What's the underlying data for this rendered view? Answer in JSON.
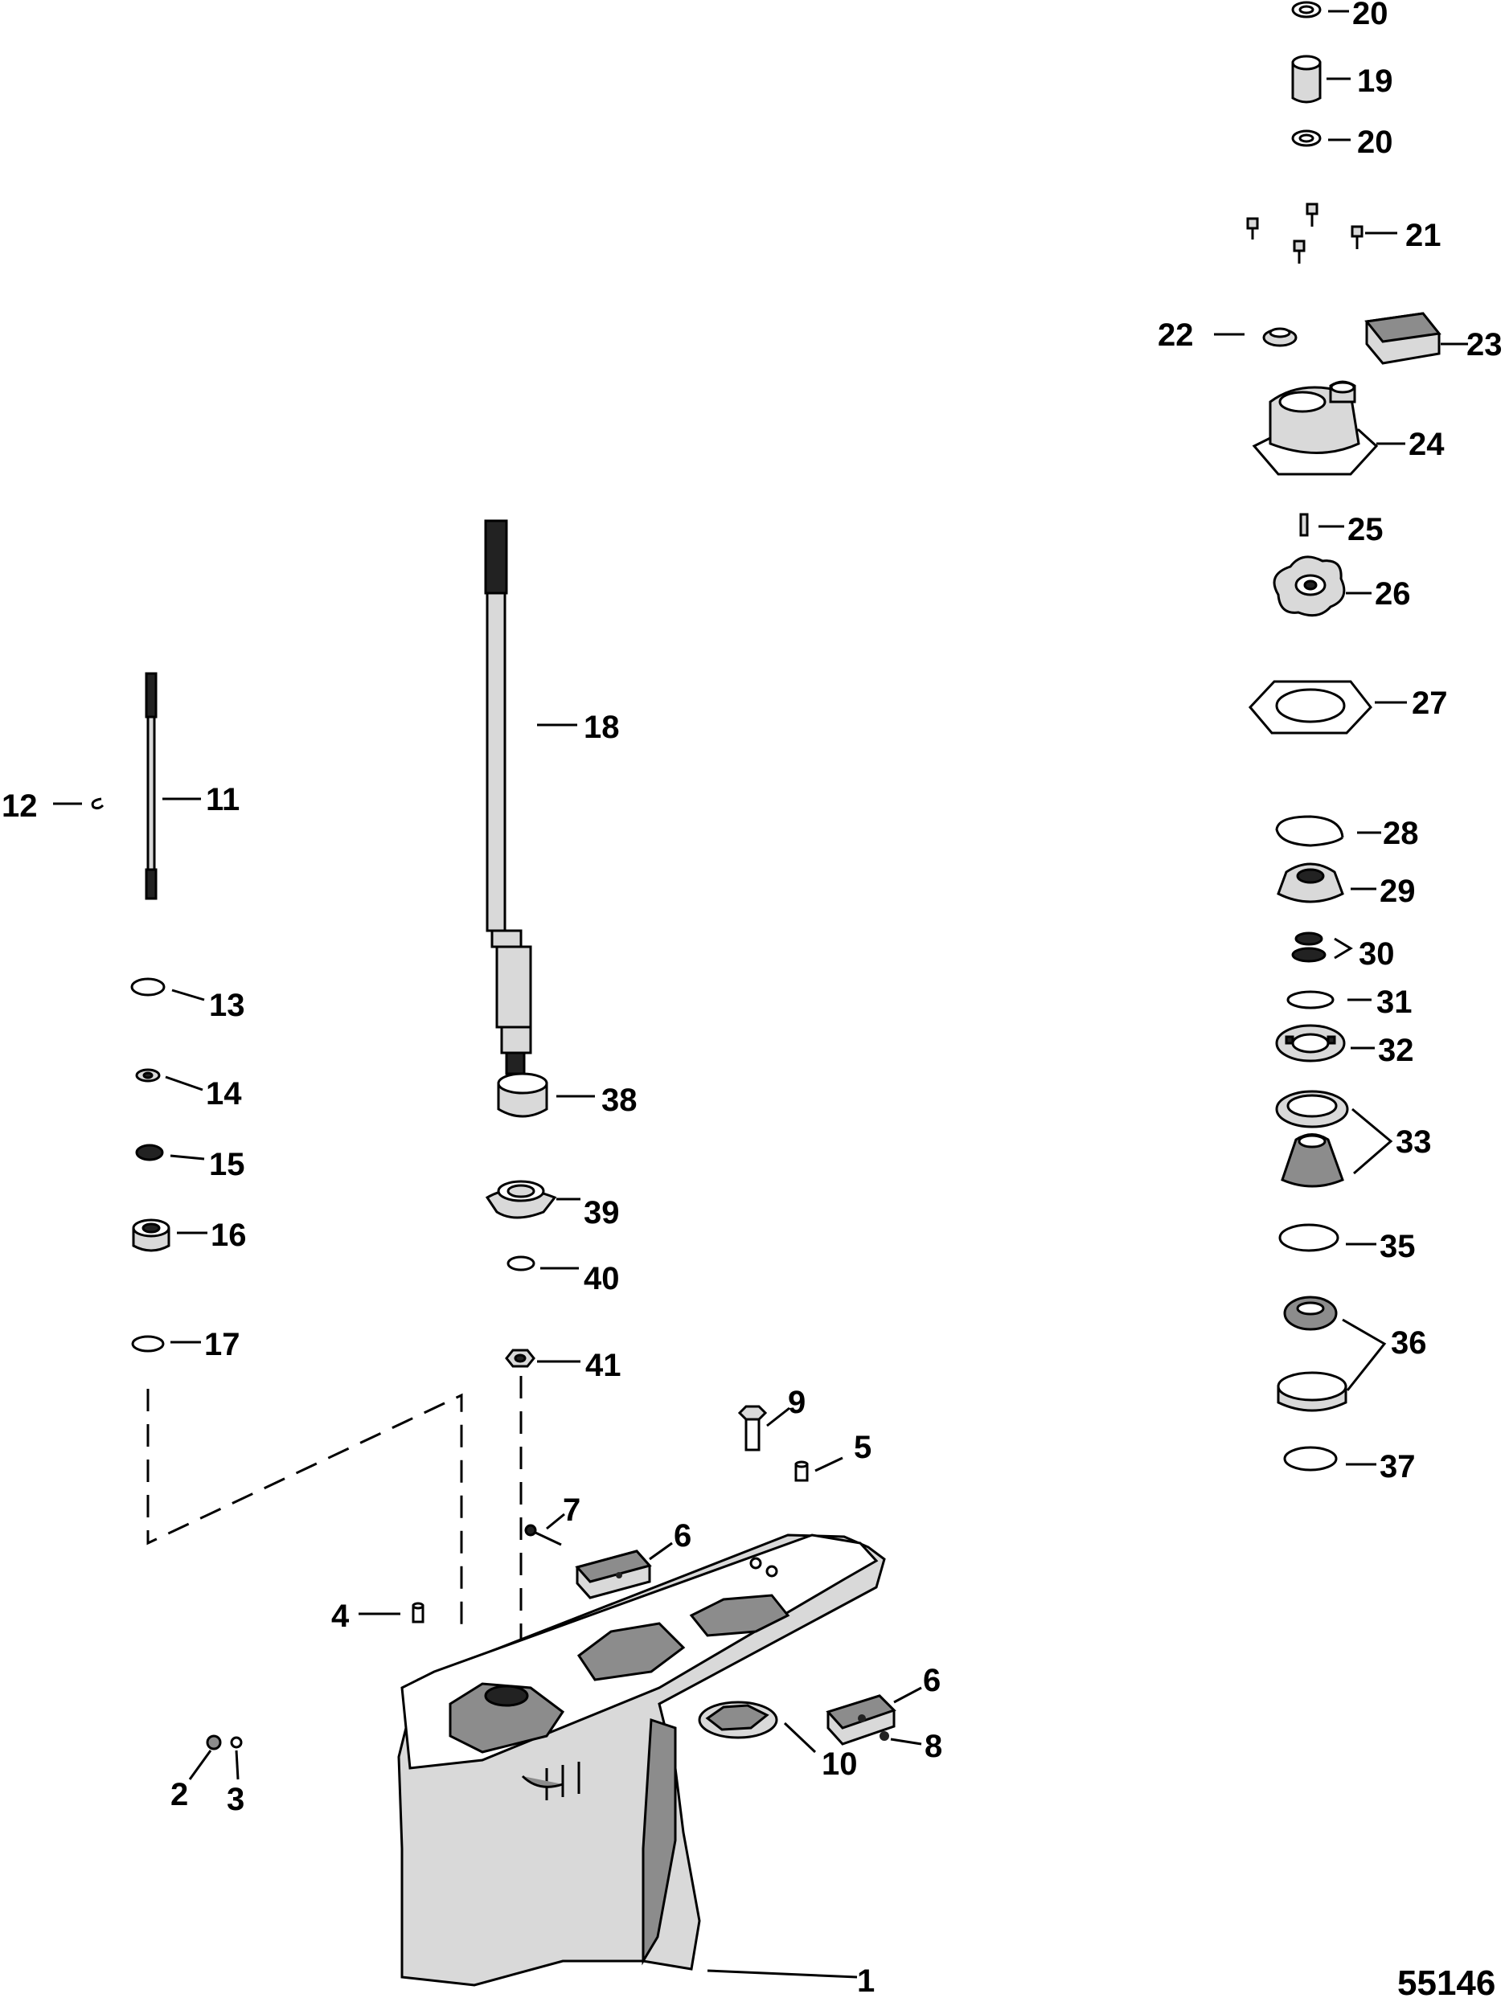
{
  "figure_number": "55146",
  "callouts": [
    {
      "id": "c20a",
      "text": "20"
    },
    {
      "id": "c19",
      "text": "19"
    },
    {
      "id": "c20b",
      "text": "20"
    },
    {
      "id": "c21",
      "text": "21"
    },
    {
      "id": "c22",
      "text": "22"
    },
    {
      "id": "c23",
      "text": "23"
    },
    {
      "id": "c24",
      "text": "24"
    },
    {
      "id": "c25",
      "text": "25"
    },
    {
      "id": "c26",
      "text": "26"
    },
    {
      "id": "c27",
      "text": "27"
    },
    {
      "id": "c28",
      "text": "28"
    },
    {
      "id": "c29",
      "text": "29"
    },
    {
      "id": "c30",
      "text": "30"
    },
    {
      "id": "c31",
      "text": "31"
    },
    {
      "id": "c32",
      "text": "32"
    },
    {
      "id": "c33",
      "text": "33"
    },
    {
      "id": "c35",
      "text": "35"
    },
    {
      "id": "c36",
      "text": "36"
    },
    {
      "id": "c37",
      "text": "37"
    },
    {
      "id": "c18",
      "text": "18"
    },
    {
      "id": "c12",
      "text": "12"
    },
    {
      "id": "c11",
      "text": "11"
    },
    {
      "id": "c13",
      "text": "13"
    },
    {
      "id": "c14",
      "text": "14"
    },
    {
      "id": "c15",
      "text": "15"
    },
    {
      "id": "c16",
      "text": "16"
    },
    {
      "id": "c17",
      "text": "17"
    },
    {
      "id": "c38",
      "text": "38"
    },
    {
      "id": "c39",
      "text": "39"
    },
    {
      "id": "c40",
      "text": "40"
    },
    {
      "id": "c41",
      "text": "41"
    },
    {
      "id": "c9",
      "text": "9"
    },
    {
      "id": "c5",
      "text": "5"
    },
    {
      "id": "c7",
      "text": "7"
    },
    {
      "id": "c6a",
      "text": "6"
    },
    {
      "id": "c4",
      "text": "4"
    },
    {
      "id": "c6b",
      "text": "6"
    },
    {
      "id": "c8",
      "text": "8"
    },
    {
      "id": "c10",
      "text": "10"
    },
    {
      "id": "c2",
      "text": "2"
    },
    {
      "id": "c3",
      "text": "3"
    },
    {
      "id": "c1",
      "text": "1"
    }
  ]
}
